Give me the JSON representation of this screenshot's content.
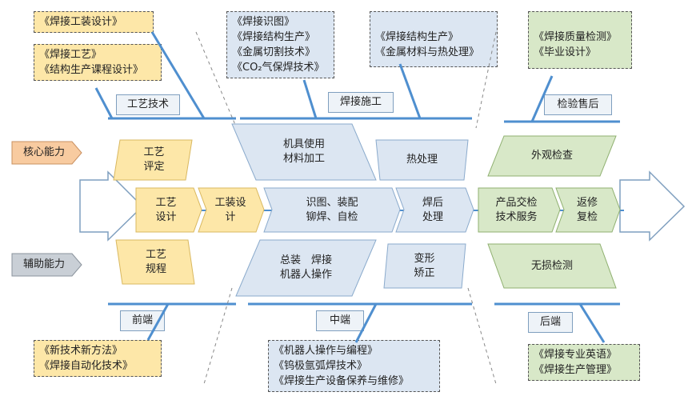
{
  "top_courses": {
    "c1": "《焊接工装设计》",
    "c2": "《焊接工艺》\n《结构生产课程设计》",
    "c3": "《焊接识图》\n《焊接结构生产》\n《金属切割技术》\n《CO₂气保焊技术》",
    "c4": "《焊接结构生产》\n《金属材料与热处理》",
    "c5": "《焊接质量检测》\n《毕业设计》"
  },
  "top_branches": {
    "b1": "工艺技术",
    "b2": "焊接施工",
    "b3": "检验售后"
  },
  "side_labels": {
    "core": "核心能力",
    "aux": "辅助能力"
  },
  "cells": {
    "gy_pd": "工艺\n评定",
    "gy_sj": "工艺\n设计",
    "gz_sj": "工装设\n计",
    "gy_gc": "工艺\n规程",
    "jj": "机具使用\n材料加工",
    "sz": "识图、装配\n铆焊、自检",
    "zz": "总装　焊接\n机器人操作",
    "rcl": "热处理",
    "hhcl": "焊后\n处理",
    "bxjz": "变形\n矫正",
    "wgjc": "外观检查",
    "cpjj": "产品交检\n技术服务",
    "fxfj": "返修\n复检",
    "wsjc": "无损检测"
  },
  "bottom_branches": {
    "d1": "前端",
    "d2": "中端",
    "d3": "后端"
  },
  "bottom_courses": {
    "e1": "《新技术新方法》\n《焊接自动化技术》",
    "e2": "《机器人操作与编程》\n《钨极氩弧焊技术》\n《焊接生产设备保养与维修》",
    "e3": "《焊接专业英语》\n《焊接生产管理》"
  },
  "colors": {
    "yellow": "#fde7a8",
    "blue": "#dce6f2",
    "green": "#d8e8c8",
    "spine": "#4f8fcf",
    "core_tag": "#f8cba0",
    "aux_tag": "#c9cfd6"
  }
}
